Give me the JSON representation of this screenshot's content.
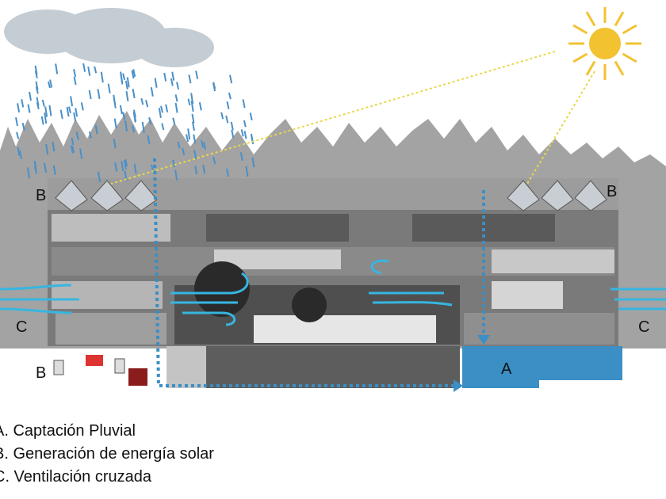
{
  "labels": {
    "a": "A",
    "b": "B",
    "c": "C"
  },
  "legend": [
    "A. Captación Pluvial",
    "B. Generación de energía solar",
    "C. Ventilación cruzada"
  ],
  "colors": {
    "water": "#3b8fc4",
    "wind": "#36b6e0",
    "sun": "#f2c230",
    "sunray": "#e8d84a",
    "trees": "#9a9a9a",
    "building": "#6e6e6e"
  }
}
